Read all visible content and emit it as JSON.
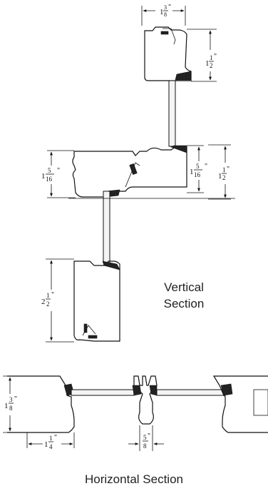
{
  "dimensions": {
    "top_width": {
      "whole": "1",
      "num": "3",
      "den": "8",
      "unit": "\""
    },
    "top_height": {
      "whole": "1",
      "num": "1",
      "den": "2",
      "unit": "\""
    },
    "mid_left": {
      "whole": "1",
      "num": "5",
      "den": "16",
      "unit": "\""
    },
    "mid_inner": {
      "whole": "1",
      "num": "5",
      "den": "16",
      "unit": "\""
    },
    "mid_right": {
      "whole": "1",
      "num": "1",
      "den": "2",
      "unit": "\""
    },
    "bottom_height": {
      "whole": "2",
      "num": "1",
      "den": "2",
      "unit": "\""
    },
    "horiz_height": {
      "whole": "1",
      "num": "3",
      "den": "8",
      "unit": "\""
    },
    "horiz_width": {
      "whole": "1",
      "num": "1",
      "den": "4",
      "unit": "\""
    },
    "mullion_width": {
      "whole": "",
      "num": "5",
      "den": "8",
      "unit": "\""
    }
  },
  "labels": {
    "vertical_line1": "Vertical",
    "vertical_line2": "Section",
    "horizontal": "Horizontal Section"
  }
}
